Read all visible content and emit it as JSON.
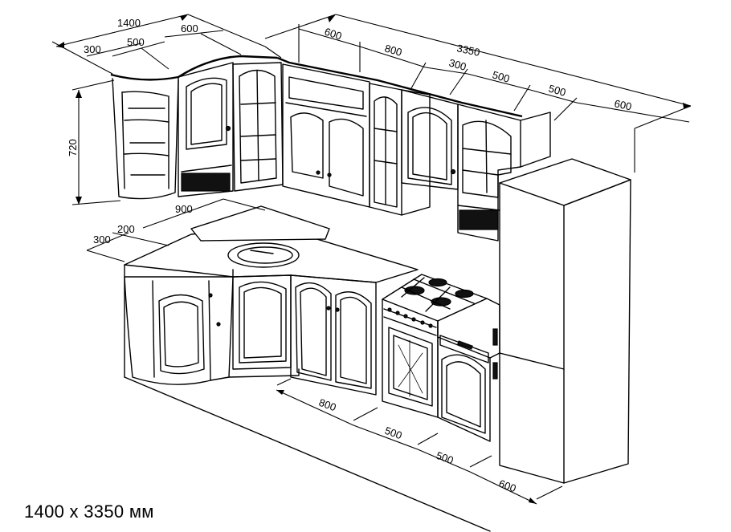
{
  "caption": "1400 x 3350 мм",
  "dimensions": {
    "upper_total_left": "1400",
    "upper_left_300": "300",
    "upper_left_500": "500",
    "upper_left_600": "600",
    "upper_total_right": "3350",
    "upper_right_600": "600",
    "upper_right_800": "800",
    "upper_right_300": "300",
    "upper_right_500a": "500",
    "upper_right_500b": "500",
    "upper_right_600b": "600",
    "height_720": "720",
    "lower_900": "900",
    "lower_300": "300",
    "lower_200": "200",
    "lower_800": "800",
    "lower_500a": "500",
    "lower_500b": "500",
    "lower_600": "600"
  }
}
